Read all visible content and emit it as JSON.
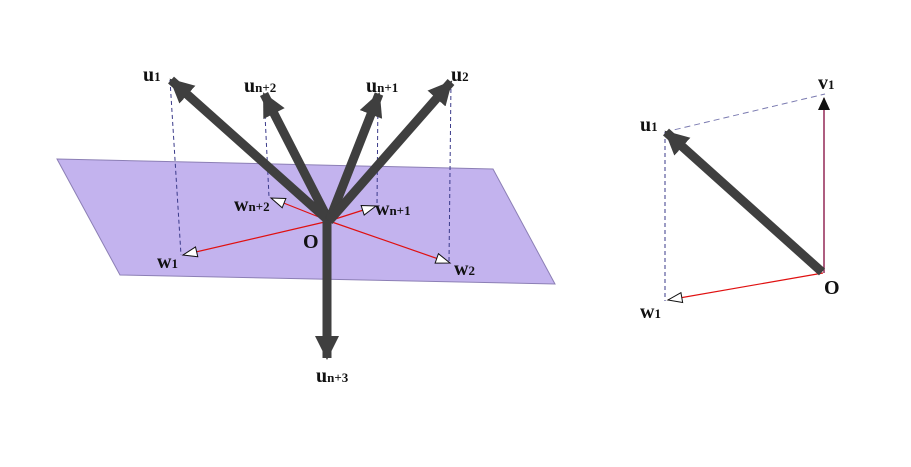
{
  "colors": {
    "plane_fill": "#c3b3ee",
    "plane_stroke": "#8c7fb5",
    "arrow": "#3f3f3f",
    "projection": "#e01010",
    "dashed": "#3a3a8a",
    "v1_vector": "#8b1a4a"
  },
  "left_figure": {
    "origin_label": "O",
    "vectors": [
      {
        "main": "u",
        "sub": "1"
      },
      {
        "main": "u",
        "sub": "n+2"
      },
      {
        "main": "u",
        "sub": "n+1"
      },
      {
        "main": "u",
        "sub": "2"
      },
      {
        "main": "u",
        "sub": "n+3"
      }
    ],
    "projections": [
      {
        "main": "w",
        "sub": "n+2"
      },
      {
        "main": "w",
        "sub": "n+1"
      },
      {
        "main": "w",
        "sub": "1"
      },
      {
        "main": "w",
        "sub": "2"
      }
    ]
  },
  "right_figure": {
    "origin_label": "O",
    "u1": {
      "main": "u",
      "sub": "1"
    },
    "v1": {
      "main": "v",
      "sub": "1"
    },
    "w1": {
      "main": "w",
      "sub": "1"
    }
  }
}
